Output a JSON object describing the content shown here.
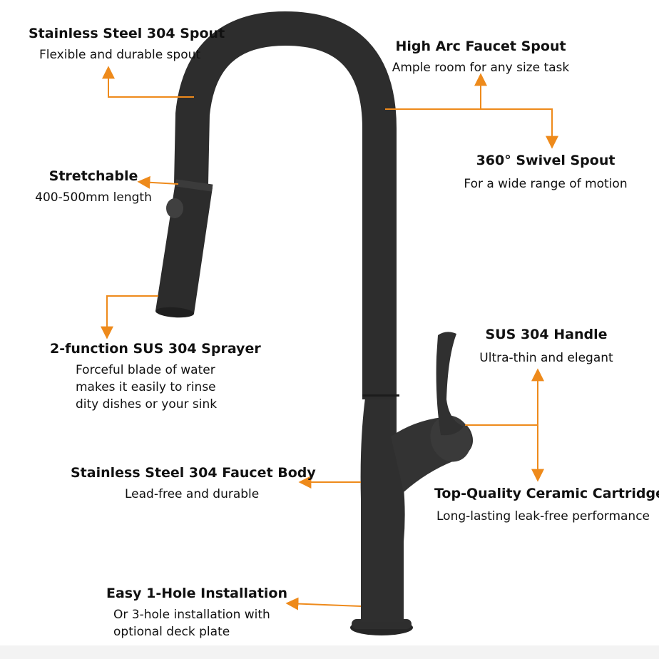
{
  "accent_color": "#ee8a1b",
  "faucet_color": "#2d2d2d",
  "callouts": {
    "spout": {
      "title": "Stainless Steel 304 Spout",
      "desc": "Flexible and durable spout"
    },
    "high_arc": {
      "title": "High Arc Faucet Spout",
      "desc": "Ample room for any size task"
    },
    "swivel": {
      "title": "360° Swivel Spout",
      "desc": "For a wide range of motion"
    },
    "stretchable": {
      "title": "Stretchable",
      "desc": "400-500mm length"
    },
    "sprayer": {
      "title": "2-function SUS 304 Sprayer",
      "desc": [
        "Forceful blade of water",
        "makes it easily to rinse",
        "dity dishes or your sink"
      ]
    },
    "handle": {
      "title": "SUS 304 Handle",
      "desc": "Ultra-thin and elegant"
    },
    "body": {
      "title": "Stainless Steel 304 Faucet Body",
      "desc": "Lead-free and durable"
    },
    "cartridge": {
      "title": "Top-Quality Ceramic Cartridge",
      "desc": "Long-lasting leak-free performance"
    },
    "install": {
      "title": "Easy 1-Hole Installation",
      "desc": [
        "Or 3-hole installation with",
        "optional deck plate"
      ]
    }
  }
}
